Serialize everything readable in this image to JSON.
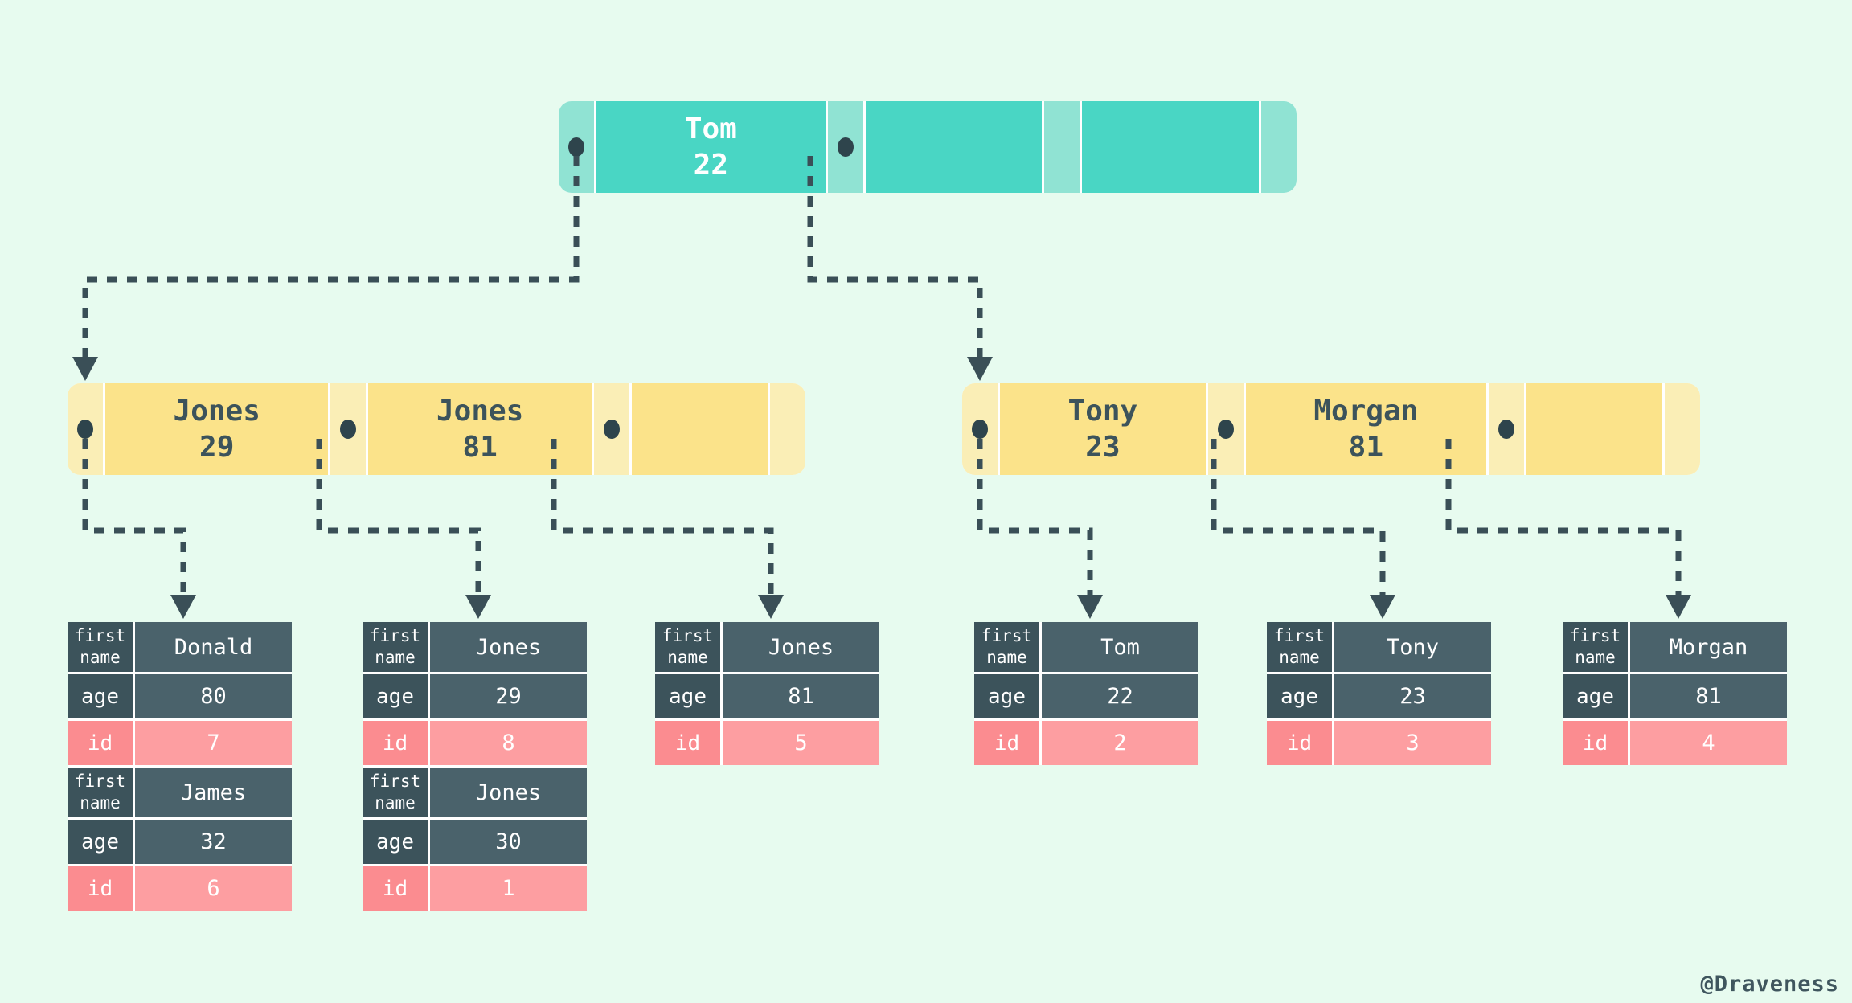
{
  "colors": {
    "background": "#e7fbef",
    "teal": "#49d6c4",
    "teal_light": "#90e3d3",
    "yellow": "#fbe38a",
    "yellow_light": "#faeeb6",
    "slate_dark": "#3c535b",
    "slate_mid": "#4a626b",
    "slate_line": "#3a4f57",
    "pink_dark": "#fb8c90",
    "pink_light": "#fd9ea1",
    "white": "#ffffff"
  },
  "labels": {
    "first_name": "first name",
    "age": "age",
    "id": "id"
  },
  "watermark": "@Draveness",
  "tree": {
    "root": {
      "keys": [
        {
          "name": "Tom",
          "age": "22"
        },
        {
          "name": "",
          "age": ""
        },
        {
          "name": "",
          "age": ""
        }
      ]
    },
    "left": {
      "keys": [
        {
          "name": "Jones",
          "age": "29"
        },
        {
          "name": "Jones",
          "age": "81"
        },
        {
          "name": "",
          "age": ""
        }
      ]
    },
    "right": {
      "keys": [
        {
          "name": "Tony",
          "age": "23"
        },
        {
          "name": "Morgan",
          "age": "81"
        },
        {
          "name": "",
          "age": ""
        }
      ]
    }
  },
  "tables": [
    {
      "records": [
        {
          "first_name": "Donald",
          "age": "80",
          "id": "7"
        },
        {
          "first_name": "James",
          "age": "32",
          "id": "6"
        }
      ]
    },
    {
      "records": [
        {
          "first_name": "Jones",
          "age": "29",
          "id": "8"
        },
        {
          "first_name": "Jones",
          "age": "30",
          "id": "1"
        }
      ]
    },
    {
      "records": [
        {
          "first_name": "Jones",
          "age": "81",
          "id": "5"
        }
      ]
    },
    {
      "records": [
        {
          "first_name": "Tom",
          "age": "22",
          "id": "2"
        }
      ]
    },
    {
      "records": [
        {
          "first_name": "Tony",
          "age": "23",
          "id": "3"
        }
      ]
    },
    {
      "records": [
        {
          "first_name": "Morgan",
          "age": "81",
          "id": "4"
        }
      ]
    }
  ]
}
